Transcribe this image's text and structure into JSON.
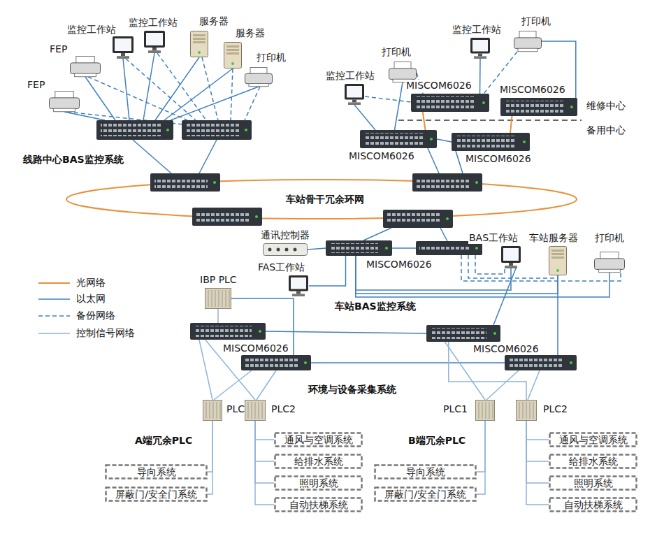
{
  "diagram": {
    "nodes": [
      {
        "text": [
          "监控工作站"
        ]
      },
      {
        "text": [
          "监控工作站"
        ]
      },
      {
        "text": [
          "服务器"
        ]
      },
      {
        "text": [
          "服务器"
        ]
      },
      {
        "text": [
          "打印机"
        ]
      },
      {
        "text": [
          "FEP"
        ]
      },
      {
        "text": [
          "FEP"
        ]
      },
      {
        "text": [
          "监控工作站"
        ]
      },
      {
        "text": [
          "打印机"
        ]
      },
      {
        "text": [
          "打印机"
        ]
      },
      {
        "text": [
          "监控工作站"
        ]
      },
      {
        "text": [
          "MISCOM6026"
        ]
      },
      {
        "text": [
          "MISCOM6026"
        ]
      },
      {
        "text": [
          "MISCOM6026"
        ]
      },
      {
        "text": [
          "MISCOM6026"
        ]
      },
      {
        "text": [
          "通讯控制器"
        ]
      },
      {
        "text": [
          "FAS工作站"
        ]
      },
      {
        "text": [
          "MISCOM6026"
        ]
      },
      {
        "text": [
          "BAS工作站"
        ]
      },
      {
        "text": [
          "车站服务器"
        ]
      },
      {
        "text": [
          "打印机"
        ]
      },
      {
        "text": [
          "IBP PLC"
        ]
      },
      {
        "text": [
          "MISCOM6026"
        ]
      },
      {
        "text": [
          "MISCOM6026"
        ]
      },
      {
        "text": [
          "PLC1"
        ]
      },
      {
        "text": [
          "PLC2"
        ]
      },
      {
        "text": [
          "PLC1"
        ]
      },
      {
        "text": [
          "PLC2"
        ]
      },
      {
        "text": [
          "通风与空调系统"
        ]
      },
      {
        "text": [
          "给排水系统"
        ]
      },
      {
        "text": [
          "导向系统"
        ]
      },
      {
        "text": [
          "照明系统"
        ]
      },
      {
        "text": [
          "屏蔽门/安全门系统"
        ]
      },
      {
        "text": [
          "自动扶梯系统"
        ]
      },
      {
        "text": [
          "通风与空调系统"
        ]
      },
      {
        "text": [
          "给排水系统"
        ]
      },
      {
        "text": [
          "导向系统"
        ]
      },
      {
        "text": [
          "照明系统"
        ]
      },
      {
        "text": [
          "屏蔽门/安全门系统"
        ]
      },
      {
        "text": [
          "自动扶梯系统"
        ]
      }
    ],
    "edges": [
      {
        "from": 7,
        "to": 11,
        "arrow": "none"
      },
      {
        "from": 8,
        "to": 12,
        "arrow": "none"
      },
      {
        "from": 9,
        "to": 13,
        "arrow": "none"
      },
      {
        "from": 10,
        "to": 13,
        "arrow": "none"
      },
      {
        "from": 11,
        "to": 13,
        "arrow": "none"
      },
      {
        "from": 12,
        "to": 14,
        "arrow": "none"
      },
      {
        "from": 13,
        "to": 14,
        "arrow": "none"
      },
      {
        "from": 17,
        "to": 15,
        "arrow": "none"
      },
      {
        "from": 17,
        "to": 16,
        "arrow": "none"
      },
      {
        "from": 17,
        "to": 18,
        "arrow": "none"
      },
      {
        "from": 17,
        "to": 19,
        "arrow": "none"
      },
      {
        "from": 17,
        "to": 20,
        "arrow": "none"
      },
      {
        "from": 21,
        "to": 22,
        "arrow": "none"
      },
      {
        "from": 22,
        "to": 24,
        "arrow": "none"
      },
      {
        "from": 22,
        "to": 25,
        "arrow": "none"
      },
      {
        "from": 23,
        "to": 26,
        "arrow": "none"
      },
      {
        "from": 23,
        "to": 27,
        "arrow": "none"
      },
      {
        "from": 25,
        "to": 28,
        "arrow": "none"
      },
      {
        "from": 25,
        "to": 29,
        "arrow": "none"
      },
      {
        "from": 25,
        "to": 31,
        "arrow": "none"
      },
      {
        "from": 25,
        "to": 33,
        "arrow": "none"
      },
      {
        "from": 24,
        "to": 30,
        "arrow": "none"
      },
      {
        "from": 24,
        "to": 32,
        "arrow": "none"
      },
      {
        "from": 27,
        "to": 34,
        "arrow": "none"
      },
      {
        "from": 27,
        "to": 35,
        "arrow": "none"
      },
      {
        "from": 27,
        "to": 37,
        "arrow": "none"
      },
      {
        "from": 27,
        "to": 39,
        "arrow": "none"
      },
      {
        "from": 26,
        "to": 36,
        "arrow": "none"
      },
      {
        "from": 26,
        "to": 38,
        "arrow": "none"
      }
    ],
    "labels": [
      "线路中心BAS监控系统",
      "维修中心",
      "备用中心",
      "车站骨干冗余环网",
      "车站BAS监控系统",
      "环境与设备采集系统",
      "A端冗余PLC",
      "B端冗余PLC"
    ],
    "legend": [
      {
        "text": "光网络"
      },
      {
        "text": "以太网"
      },
      {
        "text": "备份网络"
      },
      {
        "text": "控制信号网络"
      }
    ]
  }
}
